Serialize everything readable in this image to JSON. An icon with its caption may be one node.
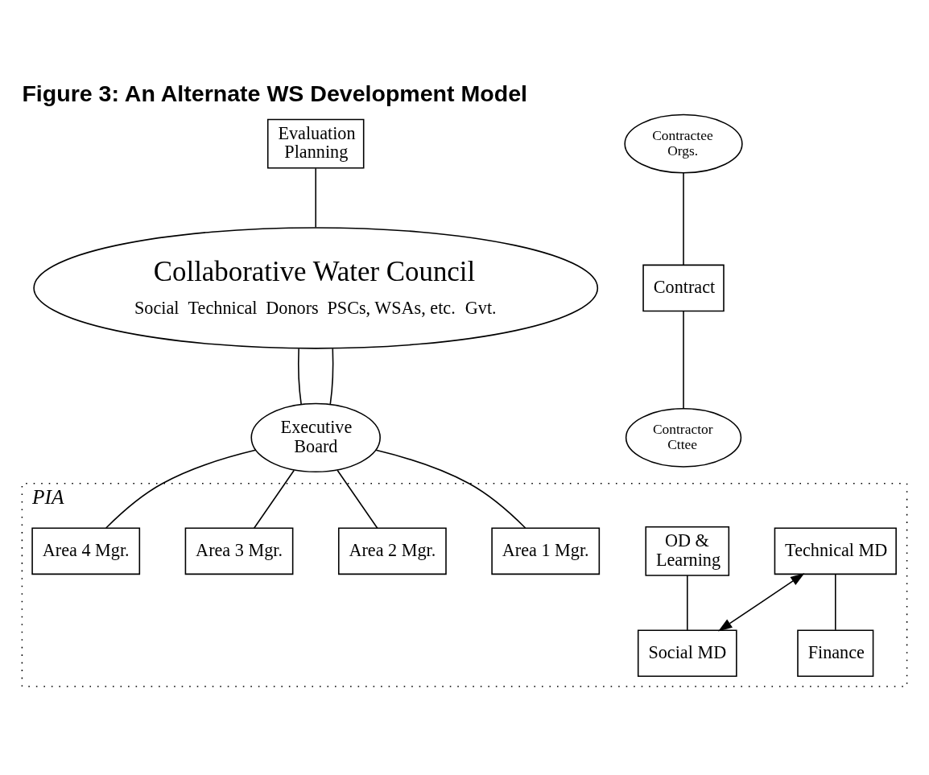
{
  "diagram": {
    "title": "Figure 3: An Alternate WS Development Model",
    "nodes": [
      {
        "text": [
          "Collaborative Water Council",
          "Social",
          "Technical",
          "Donors",
          "PSCs, WSAs, etc.",
          "Gvt."
        ]
      },
      {
        "text": [
          "Contractee Orgs."
        ]
      },
      {
        "text": [
          "Contractor Cttee"
        ]
      },
      {
        "text": [
          "Contract"
        ]
      },
      {
        "text": [
          "Evaluation Planning"
        ]
      },
      {
        "text": [
          "Executive Board"
        ]
      },
      {
        "text": [
          "PIA"
        ]
      },
      {
        "text": [
          "Social MD"
        ],
        "in": 6
      },
      {
        "text": [
          "Technical MD"
        ],
        "in": 6
      },
      {
        "text": [
          "OD & Learning"
        ],
        "in": 6
      },
      {
        "text": [
          "Finance"
        ],
        "in": 6
      },
      {
        "text": [
          "Area 1 Mgr."
        ],
        "in": 6
      },
      {
        "text": [
          "Area 2 Mgr."
        ],
        "in": 6
      },
      {
        "text": [
          "Area 3 Mgr."
        ],
        "in": 6
      },
      {
        "text": [
          "Area 4 Mgr."
        ],
        "in": 6
      }
    ],
    "edges": [
      {
        "from": 0,
        "to": 5,
        "arrow": "none"
      },
      {
        "from": 0,
        "to": 5,
        "arrow": "none"
      },
      {
        "from": 1,
        "to": 3,
        "arrow": "none"
      },
      {
        "from": 3,
        "to": 2,
        "arrow": "none"
      },
      {
        "from": 4,
        "to": 0,
        "arrow": "none"
      },
      {
        "from": 7,
        "to": 8,
        "arrow": "both"
      },
      {
        "from": 9,
        "to": 7,
        "arrow": "none"
      },
      {
        "from": 8,
        "to": 10,
        "arrow": "none"
      },
      {
        "from": 5,
        "to": 11,
        "arrow": "none"
      },
      {
        "from": 5,
        "to": 12,
        "arrow": "none"
      },
      {
        "from": 5,
        "to": 13,
        "arrow": "none"
      },
      {
        "from": 5,
        "to": 14,
        "arrow": "none"
      }
    ]
  }
}
